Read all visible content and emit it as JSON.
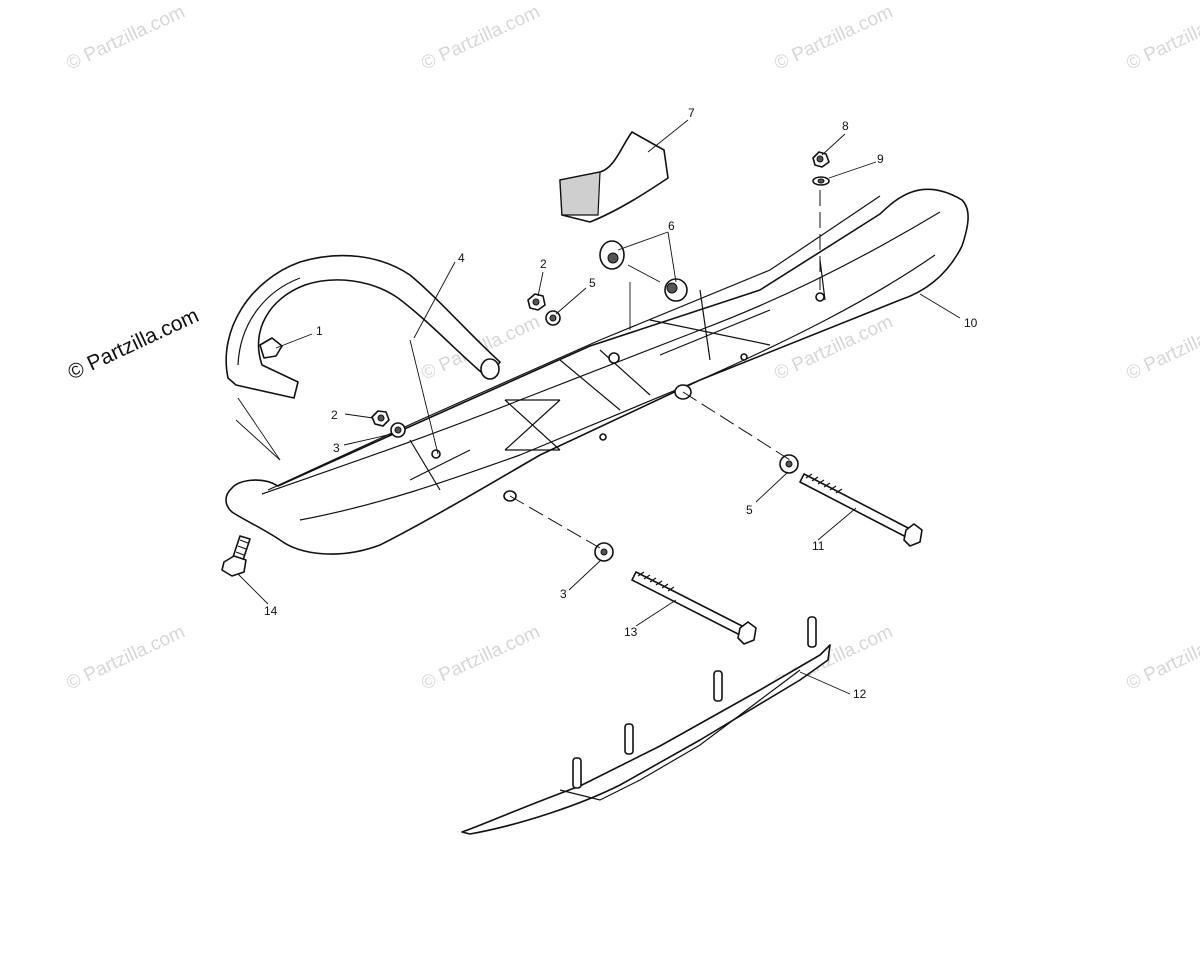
{
  "diagram": {
    "watermark": "© Partzilla.com",
    "callouts": [
      "1",
      "2",
      "3",
      "4",
      "5",
      "6",
      "7",
      "8",
      "9",
      "10",
      "11",
      "12",
      "13",
      "14"
    ],
    "labels": {
      "l1": "1",
      "l2a": "2",
      "l2b": "2",
      "l3a": "3",
      "l3b": "3",
      "l4": "4",
      "l5a": "5",
      "l5b": "5",
      "l6": "6",
      "l7": "7",
      "l8": "8",
      "l9": "9",
      "l10": "10",
      "l11": "11",
      "l12": "12",
      "l13": "13",
      "l14": "14"
    }
  }
}
